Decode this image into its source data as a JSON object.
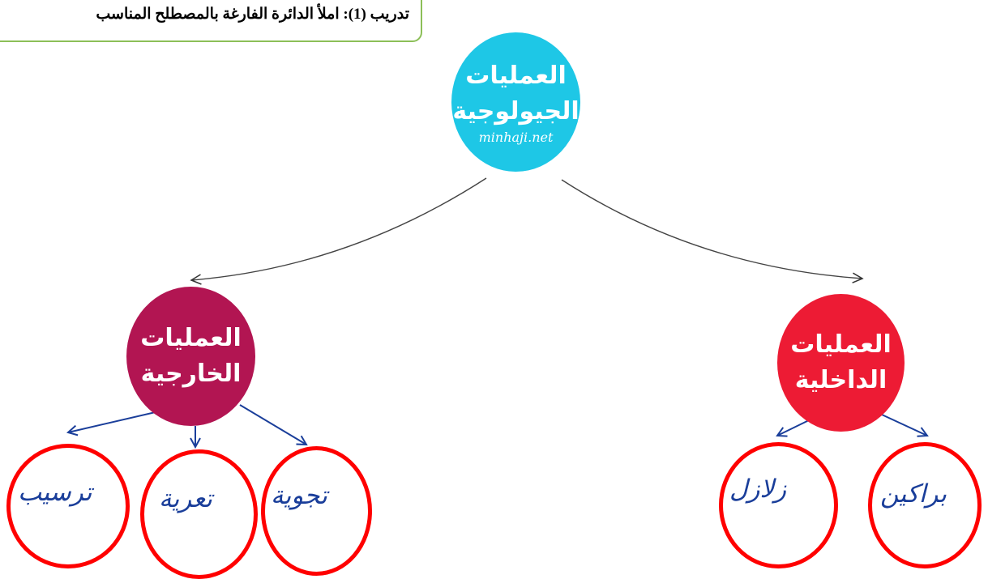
{
  "banner": {
    "text": "تدريب (1): املأ الدائرة الفارغة بالمصطلح المناسب"
  },
  "root": {
    "line1": "العمليات",
    "line2": "الجيولوجية",
    "watermark": "minhaji.net",
    "color": "#1ec7e6"
  },
  "external": {
    "line1": "العمليات",
    "line2": "الخارجية",
    "color": "#b21552"
  },
  "internal": {
    "line1": "العمليات",
    "line2": "الداخلية",
    "color": "#ed1b34"
  },
  "answers": {
    "external": [
      "ترسيب",
      "تعرية",
      "تجوية"
    ],
    "internal": [
      "زلازل",
      "براكين"
    ]
  },
  "ring_color": "#ff0000",
  "handwriting_color": "#1a3e9a"
}
